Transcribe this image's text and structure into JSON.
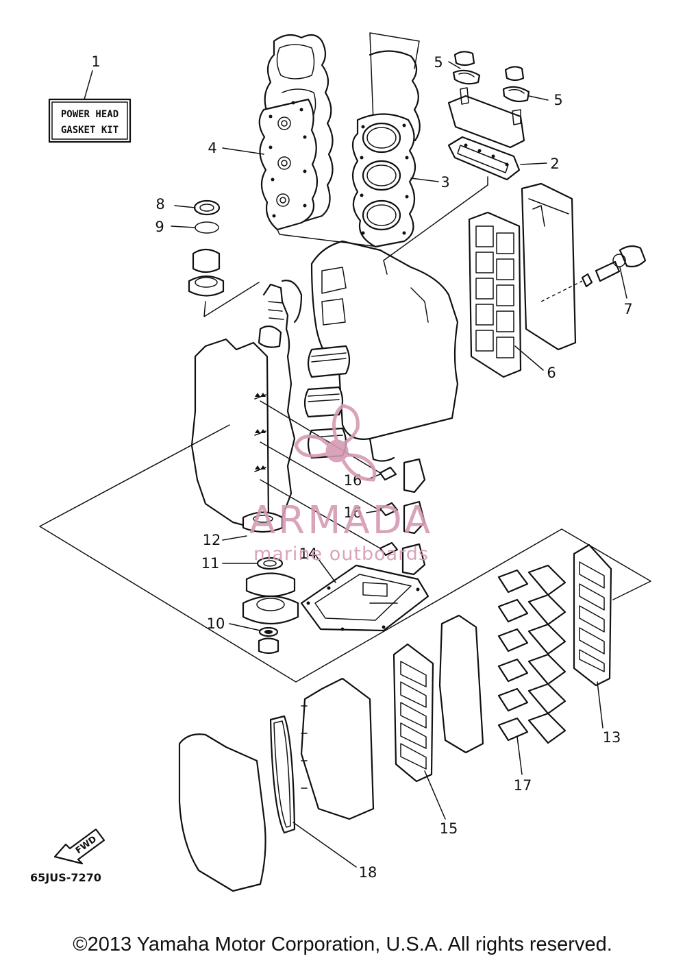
{
  "kit_label": {
    "line1": "POWER HEAD",
    "line2": "GASKET KIT"
  },
  "callouts": [
    {
      "id": "c1",
      "text": "1"
    },
    {
      "id": "c2",
      "text": "2"
    },
    {
      "id": "c3",
      "text": "3"
    },
    {
      "id": "c4",
      "text": "4"
    },
    {
      "id": "c5a",
      "text": "5"
    },
    {
      "id": "c5b",
      "text": "5"
    },
    {
      "id": "c6",
      "text": "6"
    },
    {
      "id": "c7",
      "text": "7"
    },
    {
      "id": "c8",
      "text": "8"
    },
    {
      "id": "c9",
      "text": "9"
    },
    {
      "id": "c10",
      "text": "10"
    },
    {
      "id": "c11",
      "text": "11"
    },
    {
      "id": "c12",
      "text": "12"
    },
    {
      "id": "c13",
      "text": "13"
    },
    {
      "id": "c14",
      "text": "14"
    },
    {
      "id": "c15",
      "text": "15"
    },
    {
      "id": "c16a",
      "text": "16"
    },
    {
      "id": "c16b",
      "text": "16"
    },
    {
      "id": "c17",
      "text": "17"
    },
    {
      "id": "c18",
      "text": "18"
    }
  ],
  "fwd_label": "FWD",
  "part_code": "65JUS-7270",
  "watermark": {
    "brand": "ARMADA",
    "tagline": "marine outboards",
    "color": "#d59ab3"
  },
  "copyright": "©2013 Yamaha Motor Corporation, U.S.A. All rights reserved."
}
